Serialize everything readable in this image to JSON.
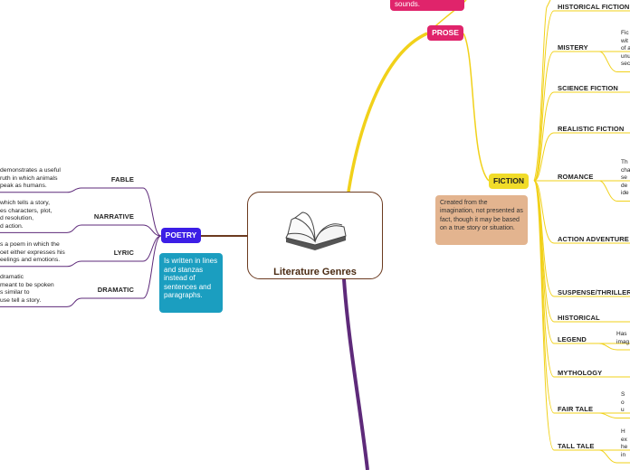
{
  "central": {
    "title": "Literature Genres",
    "icon": "open-book-icon"
  },
  "colors": {
    "poetry": "#3c1ee6",
    "prose": "#e0246b",
    "fiction": "#f1dc29",
    "blue_note": "#1b9ec0",
    "tan_note": "#e3b48f",
    "brown": "#6b3a1f",
    "purple": "#5e2a7a",
    "yellow_line": "#f1d11a"
  },
  "top_note": {
    "text": "sounds."
  },
  "prose": {
    "label": "PROSE"
  },
  "poetry": {
    "label": "POETRY",
    "note": "Is written in lines and stanzas instead of sentences and paragraphs.",
    "children": [
      {
        "label": "FABLE",
        "note": [
          "demonstrates a useful",
          "ruth in which animals",
          "peak as humans."
        ]
      },
      {
        "label": "NARRATIVE",
        "note": [
          "which tells a story,",
          "es characters, plot,",
          "d resolution,",
          "d action."
        ]
      },
      {
        "label": "LYRIC",
        "note": [
          "s a poem in which the",
          "oet either expresses his",
          "eelings and emotions."
        ]
      },
      {
        "label": "DRAMATIC",
        "note": [
          "dramatic",
          "meant to be spoken",
          "s similar to",
          "use tell a story."
        ]
      }
    ]
  },
  "fiction": {
    "label": "FICTION",
    "note": "Created from the imagination, not presented as fact, though it may be based on a true story or situation.",
    "children": [
      {
        "label": "HISTORICAL FICTION",
        "note": []
      },
      {
        "label": "MISTERY",
        "note": [
          "Fic",
          "wit",
          "of a",
          "unu",
          "sec"
        ]
      },
      {
        "label": "SCIENCE FICTION",
        "note": []
      },
      {
        "label": "REALISTIC FICTION",
        "note": []
      },
      {
        "label": "ROMANCE",
        "note": [
          "Th",
          "cha",
          "se",
          "de",
          "ide"
        ]
      },
      {
        "label": "ACTION ADVENTURE",
        "note": []
      },
      {
        "label": "SUSPENSE/THRILLER",
        "note": []
      },
      {
        "label": "HISTORICAL",
        "note": []
      },
      {
        "label": "LEGEND",
        "note": [
          "Has",
          "imag"
        ]
      },
      {
        "label": "MYTHOLOGY",
        "note": []
      },
      {
        "label": "FAIR TALE",
        "note": [
          "S",
          "o",
          "u"
        ]
      },
      {
        "label": "TALL TALE",
        "note": [
          "H",
          "ex",
          "he",
          "in"
        ]
      }
    ]
  }
}
